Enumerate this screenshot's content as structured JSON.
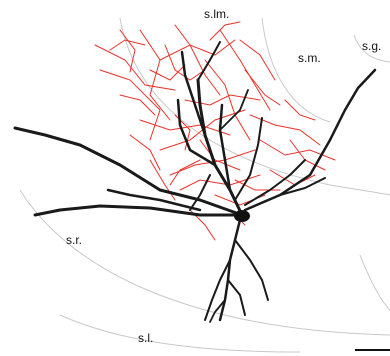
{
  "figure": {
    "colors": {
      "background": "#ffffff",
      "boundary_lines": "#c8c8c8",
      "axon": "#e8322a",
      "dendrite": "#1a1a1a"
    },
    "layer_labels": {
      "slm": "s.lm.",
      "sm": "s.m.",
      "sg": "s.g.",
      "sr": "s.r.",
      "sl": "s.l."
    },
    "elements": {
      "axon_arbor": "red-axon-arbor",
      "dendrites": "black-dendritic-tree",
      "soma": "cell-body",
      "scale_bar": "scale-bar"
    }
  }
}
